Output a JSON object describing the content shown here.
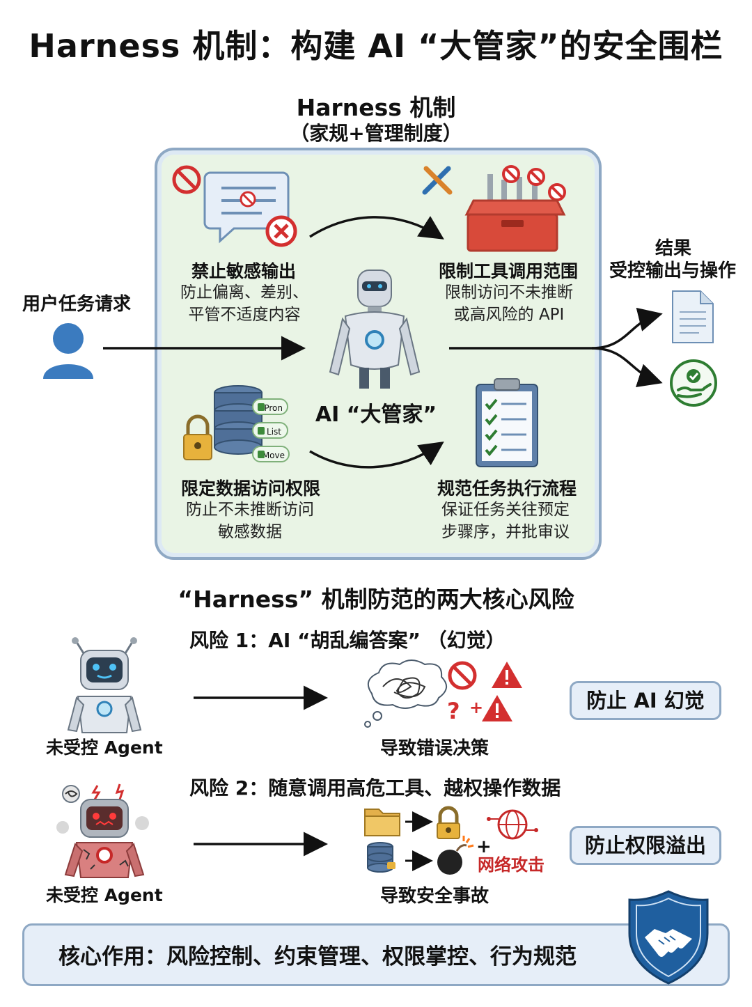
{
  "title": "Harness 机制：构建 AI “大管家”的安全围栏",
  "mechanism": {
    "heading": "Harness 机制",
    "subheading": "（家规+管理制度）",
    "center_label": "AI “大管家”",
    "features": [
      {
        "title": "禁止敏感输出",
        "desc_line1": "防止偏离、差别、",
        "desc_line2": "平管不适度内容"
      },
      {
        "title": "限制工具调用范围",
        "desc_line1": "限制访问不未推断",
        "desc_line2": "或高风险的 API"
      },
      {
        "title": "限定数据访问权限",
        "desc_line1": "防止不未推断访问",
        "desc_line2": "敏感数据",
        "db_tags": [
          "Pron",
          "List",
          "Move"
        ]
      },
      {
        "title": "规范任务执行流程",
        "desc_line1": "保证任务关往预定",
        "desc_line2": "步骤序，并批审议"
      }
    ]
  },
  "user_request_label": "用户任务请求",
  "result": {
    "line1": "结果",
    "line2": "受控输出与操作"
  },
  "risks_section": {
    "heading": "“Harness” 机制防范的两大核心风险",
    "risks": [
      {
        "title": "风险 1：AI “胡乱编答案” （幻觉）",
        "agent_label": "未受控 Agent",
        "outcome": "导致错误决策",
        "prevention": "防止 AI 幻觉"
      },
      {
        "title": "风险 2：随意调用高危工具、越权操作数据",
        "agent_label": "未受控 Agent",
        "outcome": "导致安全事故",
        "attack_label": "网络攻击",
        "prevention": "防止权限溢出"
      }
    ]
  },
  "core_banner": "核心作用：风险控制、约束管理、权限掌控、行为规范",
  "colors": {
    "panel_bg": "#e9f4e5",
    "panel_border": "#8ea8c4",
    "danger_red": "#d32f2f",
    "check_green": "#2e7d32",
    "user_blue": "#3b7bbf",
    "shield_blue": "#1f5f9f"
  },
  "icons": {
    "user": "user-icon",
    "robot": "robot-icon",
    "ban": "ban-icon",
    "toolbox": "toolbox-icon",
    "database": "database-icon",
    "lock": "lock-icon",
    "clipboard": "clipboard-checklist-icon",
    "document": "document-icon",
    "hand_check": "hand-check-icon",
    "shield": "shield-handshake-icon"
  }
}
